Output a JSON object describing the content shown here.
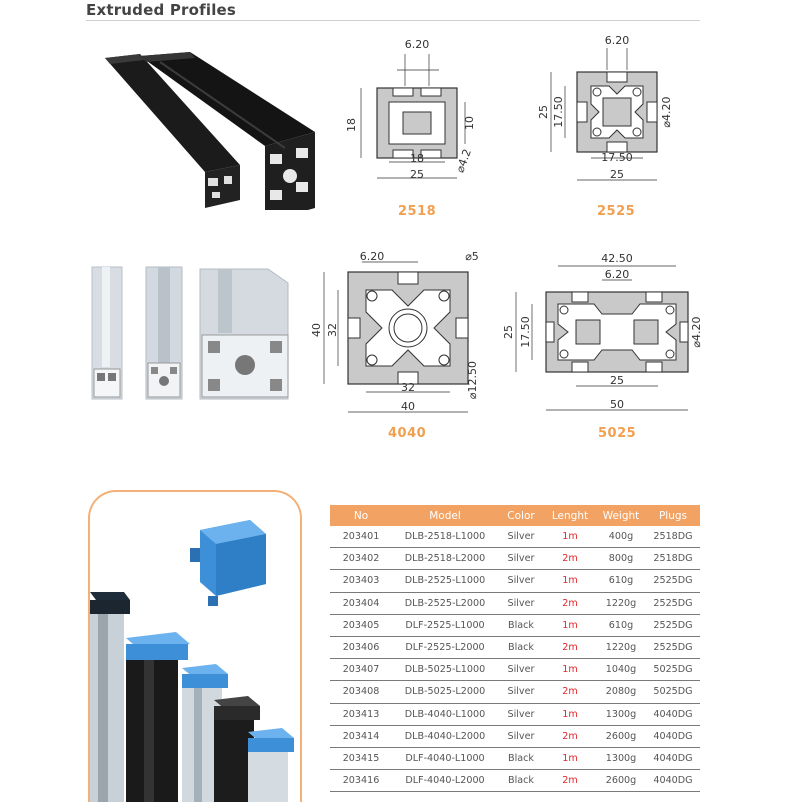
{
  "title": "Extruded Profiles",
  "profiles": {
    "p2518": {
      "label": "2518",
      "dims": {
        "slot": "6.20",
        "height": "18",
        "inner": "10",
        "bottom_inner": "18",
        "width": "25",
        "hole": "⌀4.2"
      }
    },
    "p2525": {
      "label": "2525",
      "dims": {
        "slot": "6.20",
        "outer": "25",
        "inner": "17.50",
        "hole": "⌀4.20",
        "bottom_inner": "17.50",
        "width": "25"
      }
    },
    "p4040": {
      "label": "4040",
      "dims": {
        "slot": "6.20",
        "hole_top": "⌀5",
        "outer": "40",
        "inner": "32",
        "hole": "⌀12.50",
        "bottom_inner": "32",
        "width": "40"
      }
    },
    "p5025": {
      "label": "5025",
      "dims": {
        "top": "42.50",
        "slot": "6.20",
        "outer": "25",
        "inner": "17.50",
        "hole": "⌀4.20",
        "mid": "25",
        "width": "50"
      }
    }
  },
  "table": {
    "headers": [
      "No",
      "Model",
      "Color",
      "Lenght",
      "Weight",
      "Plugs"
    ],
    "rows": [
      [
        "203401",
        "DLB-2518-L1000",
        "Silver",
        "1m",
        "400g",
        "2518DG"
      ],
      [
        "203402",
        "DLB-2518-L2000",
        "Silver",
        "2m",
        "800g",
        "2518DG"
      ],
      [
        "203403",
        "DLB-2525-L1000",
        "Silver",
        "1m",
        "610g",
        "2525DG"
      ],
      [
        "203404",
        "DLB-2525-L2000",
        "Silver",
        "2m",
        "1220g",
        "2525DG"
      ],
      [
        "203405",
        "DLF-2525-L1000",
        "Black",
        "1m",
        "610g",
        "2525DG"
      ],
      [
        "203406",
        "DLF-2525-L2000",
        "Black",
        "2m",
        "1220g",
        "2525DG"
      ],
      [
        "203407",
        "DLB-5025-L1000",
        "Silver",
        "1m",
        "1040g",
        "5025DG"
      ],
      [
        "203408",
        "DLB-5025-L2000",
        "Silver",
        "2m",
        "2080g",
        "5025DG"
      ],
      [
        "203413",
        "DLB-4040-L1000",
        "Silver",
        "1m",
        "1300g",
        "4040DG"
      ],
      [
        "203414",
        "DLB-4040-L2000",
        "Silver",
        "2m",
        "2600g",
        "4040DG"
      ],
      [
        "203415",
        "DLF-4040-L1000",
        "Black",
        "1m",
        "1300g",
        "4040DG"
      ],
      [
        "203416",
        "DLF-4040-L2000",
        "Black",
        "2m",
        "2600g",
        "4040DG"
      ]
    ]
  },
  "colors": {
    "accent": "#f2a262",
    "label": "#f0a050",
    "length_text": "#e0262a",
    "frame": "#f3b078",
    "profile_fill": "#c9c9c9",
    "plug_blue": "#3d8fd8"
  }
}
